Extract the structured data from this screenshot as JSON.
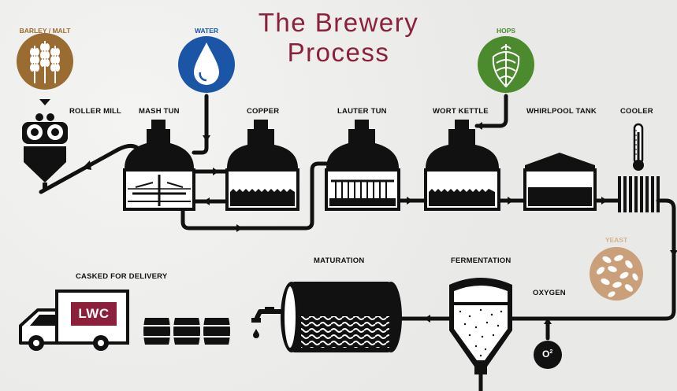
{
  "title": {
    "line1": "The Brewery",
    "line2": "Process"
  },
  "colors": {
    "title": "#8c1f3a",
    "ink": "#111111",
    "barley": "#9b6c32",
    "water": "#1b55a6",
    "hops": "#4c8a2e",
    "yeast": "#c9a07a",
    "yeast_label": "#d4b28e",
    "truck_logo": "#8c1f3a"
  },
  "ingredients": {
    "barley": {
      "label": "BARLEY / MALT",
      "icon": "wheat-icon"
    },
    "water": {
      "label": "WATER",
      "icon": "water-drop-icon"
    },
    "hops": {
      "label": "HOPS",
      "icon": "hop-cone-icon"
    },
    "yeast": {
      "label": "YEAST",
      "icon": "yeast-icon"
    }
  },
  "stages": {
    "roller_mill": "ROLLER MILL",
    "mash_tun": "MASH TUN",
    "copper": "COPPER",
    "lauter_tun": "LAUTER TUN",
    "wort_kettle": "WORT KETTLE",
    "whirlpool_tank": "WHIRLPOOL TANK",
    "cooler": "COOLER",
    "oxygen": "OXYGEN",
    "oxygen_symbol": "O",
    "oxygen_sup": "2",
    "fermentation": "FERMENTATION",
    "maturation": "MATURATION",
    "casked": "CASKED FOR DELIVERY"
  },
  "truck": {
    "logo": "LWC"
  }
}
